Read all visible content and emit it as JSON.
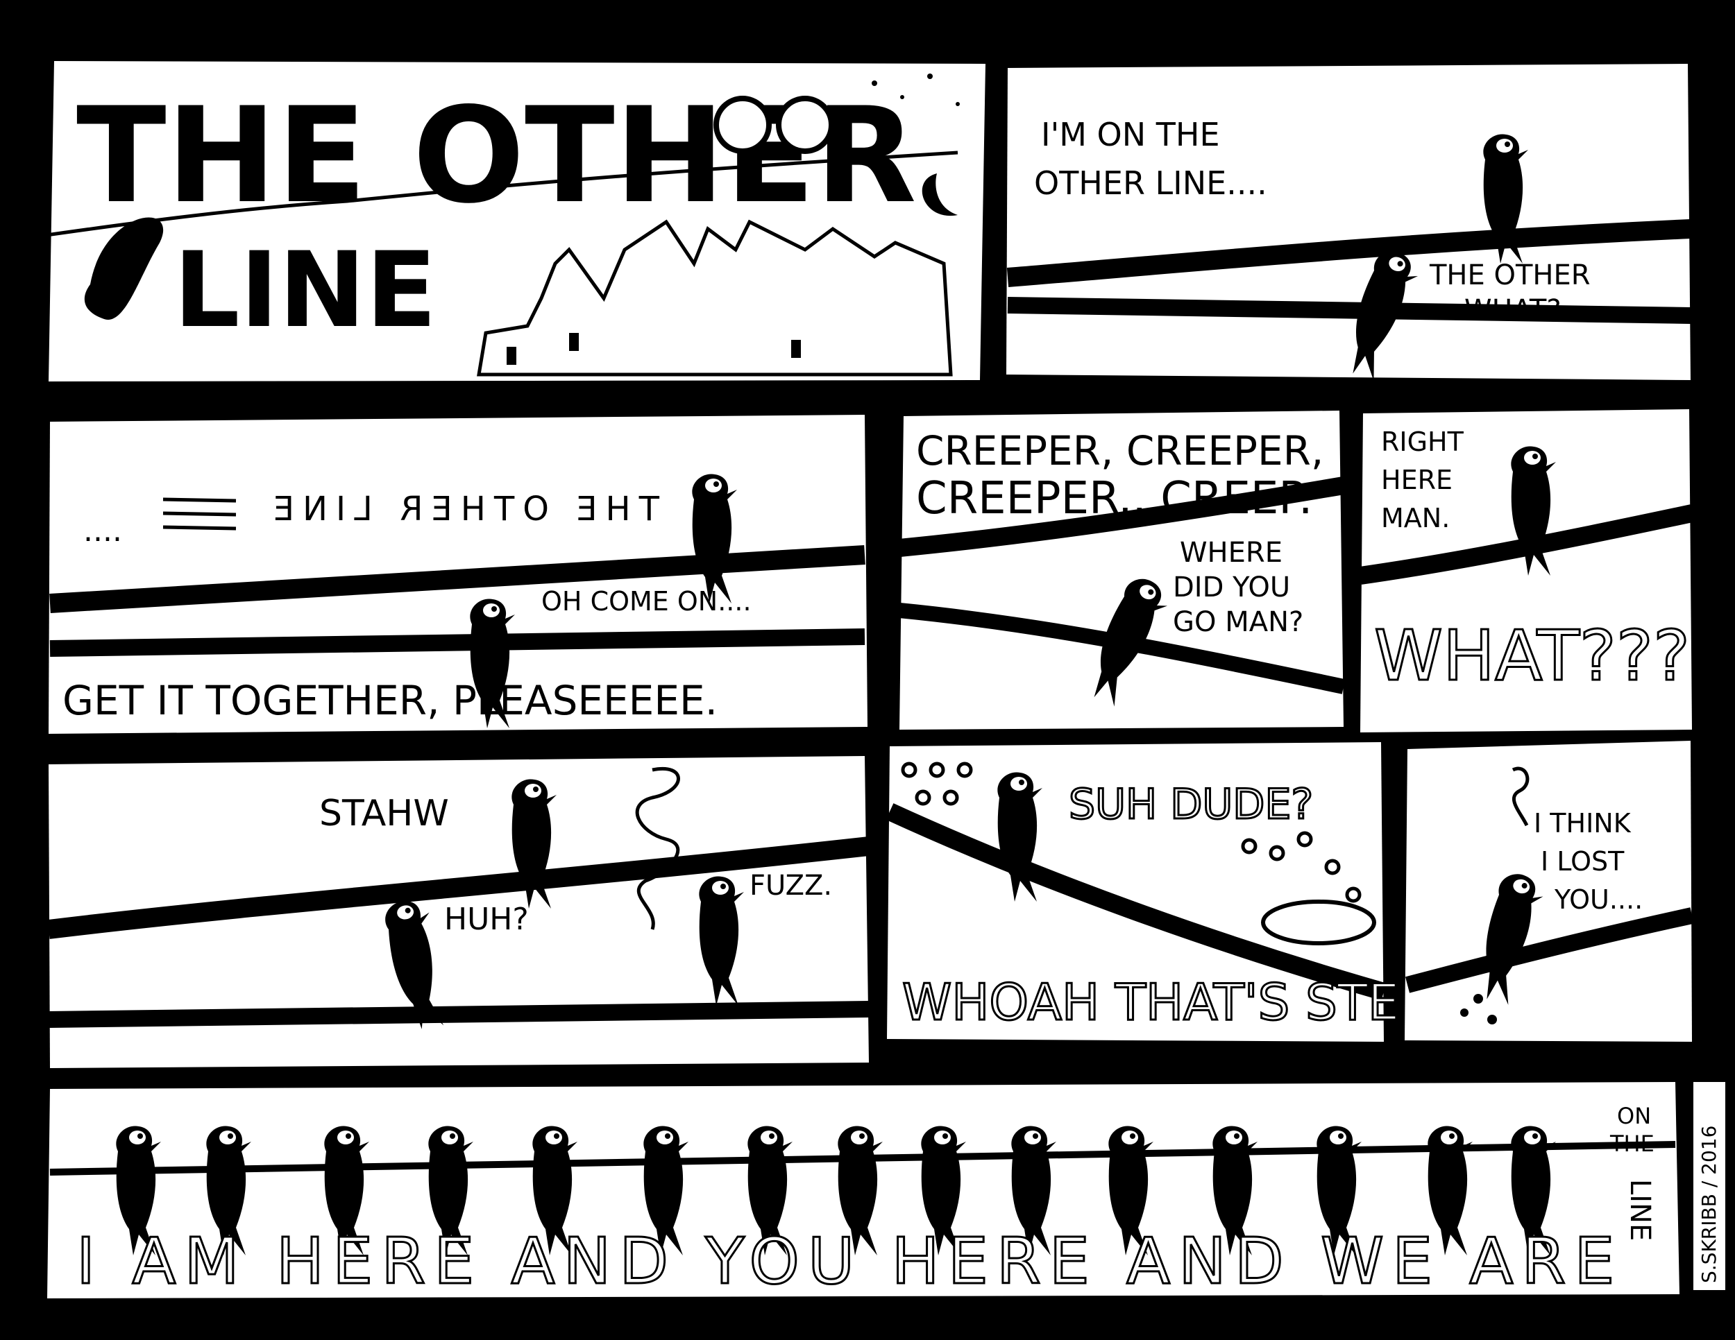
{
  "title": {
    "line1": "THE OTHER",
    "line2": "LINE"
  },
  "panel2": {
    "speech1": "I'M ON THE",
    "speech2": "OTHER LINE....",
    "reply1": "THE OTHER",
    "reply2": "WHAT?"
  },
  "panel3": {
    "mirrored": "THE OTHER LINE",
    "dots": "....",
    "reply": "OH COME ON....",
    "caption": "GET IT TOGETHER, PLEASEEEEE."
  },
  "panel4": {
    "line1": "CREEPER, CREEPER,",
    "line2": "CREEPER...CREEP.",
    "q1": "WHERE",
    "q2": "DID YOU",
    "q3": "GO MAN?"
  },
  "panel5": {
    "a1": "RIGHT",
    "a2": "HERE",
    "a3": "MAN.",
    "shout": "WHAT???"
  },
  "panel6": {
    "stahw": "STAHW",
    "huh": "HUH?",
    "fuzz": "FUZZ."
  },
  "panel7": {
    "dude": "SUH DUDE?",
    "steep": "WHOAH THAT'S STEEP..."
  },
  "panel8": {
    "t1": "I THINK",
    "t2": "I LOST",
    "t3": "YOU...."
  },
  "panel9": {
    "caption": "I AM HERE AND YOU HERE AND WE ARE",
    "side1": "ON",
    "side2": "THE",
    "side3": "LINE"
  },
  "signature": "S.SKRIBB / 2016",
  "colors": {
    "ink": "#000000",
    "paper": "#ffffff"
  }
}
